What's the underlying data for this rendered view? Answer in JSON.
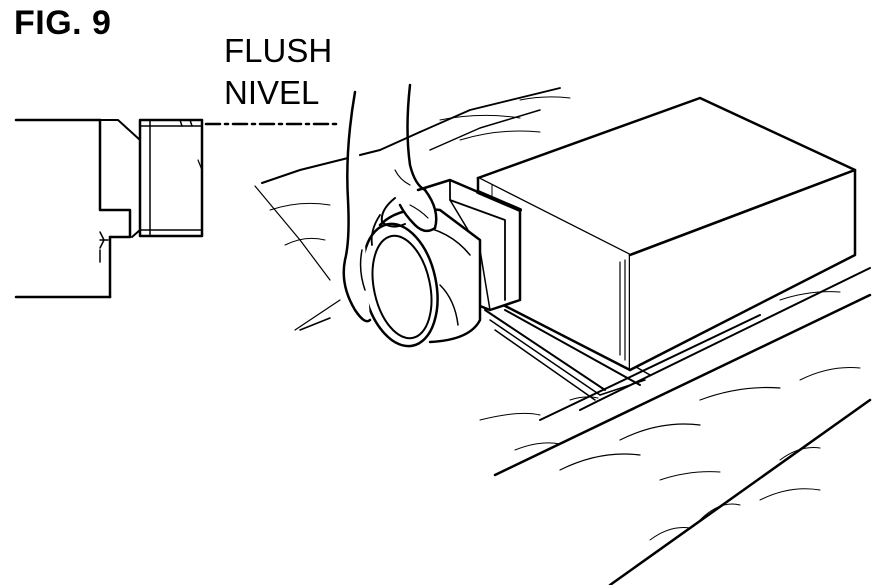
{
  "figure": {
    "title": "FIG. 9",
    "labels": {
      "english": "FLUSH",
      "spanish": "NIVEL"
    }
  },
  "colors": {
    "ink": "#000000",
    "paper": "#ffffff"
  }
}
